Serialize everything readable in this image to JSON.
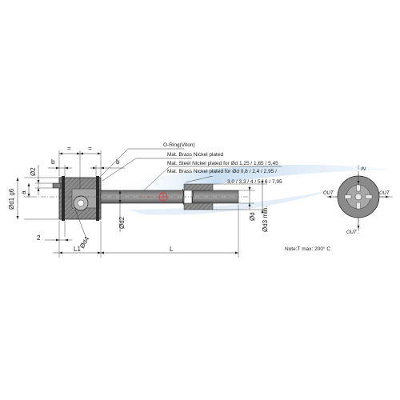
{
  "labels": {
    "o_ring": "O-Ring(Viton)",
    "mat_brass_1": "Mat. Brass Nickel plated",
    "mat_steel": "Mat. Steel Nickel plated for Ød 1,25 / 1,65 / 5,45",
    "mat_brass_2": "Mat. Brass Nickel plated for Ød 0,8 / 2,4 / 2,95 /",
    "mat_brass_3": "3,0 / 3,3 / 4 / 5 / 6 / 7,95"
  },
  "dimensions": {
    "eq_left": "=",
    "eq_right": "=",
    "b_left": "b",
    "b_right": "b",
    "phi_2": "Ø2",
    "a": "a",
    "d1_g6": "Ød1 g6",
    "two": "2",
    "d2": "Ød2",
    "d4": "Ød4",
    "l1": "L1",
    "l": "L",
    "d": "Ød",
    "d3_min": "Ød3 min."
  },
  "note": "Note:T max: 200° C",
  "flow_view": {
    "in": "IN",
    "out_left": "OUT",
    "out_right": "OUT",
    "out_bottom": "OUT"
  },
  "colors": {
    "body": "#8a8a8a",
    "body_dark": "#5a5a5a",
    "oring": "#2a2a2a",
    "accent_red": "#e03030",
    "watermark_blue": "#bcd6ee"
  }
}
